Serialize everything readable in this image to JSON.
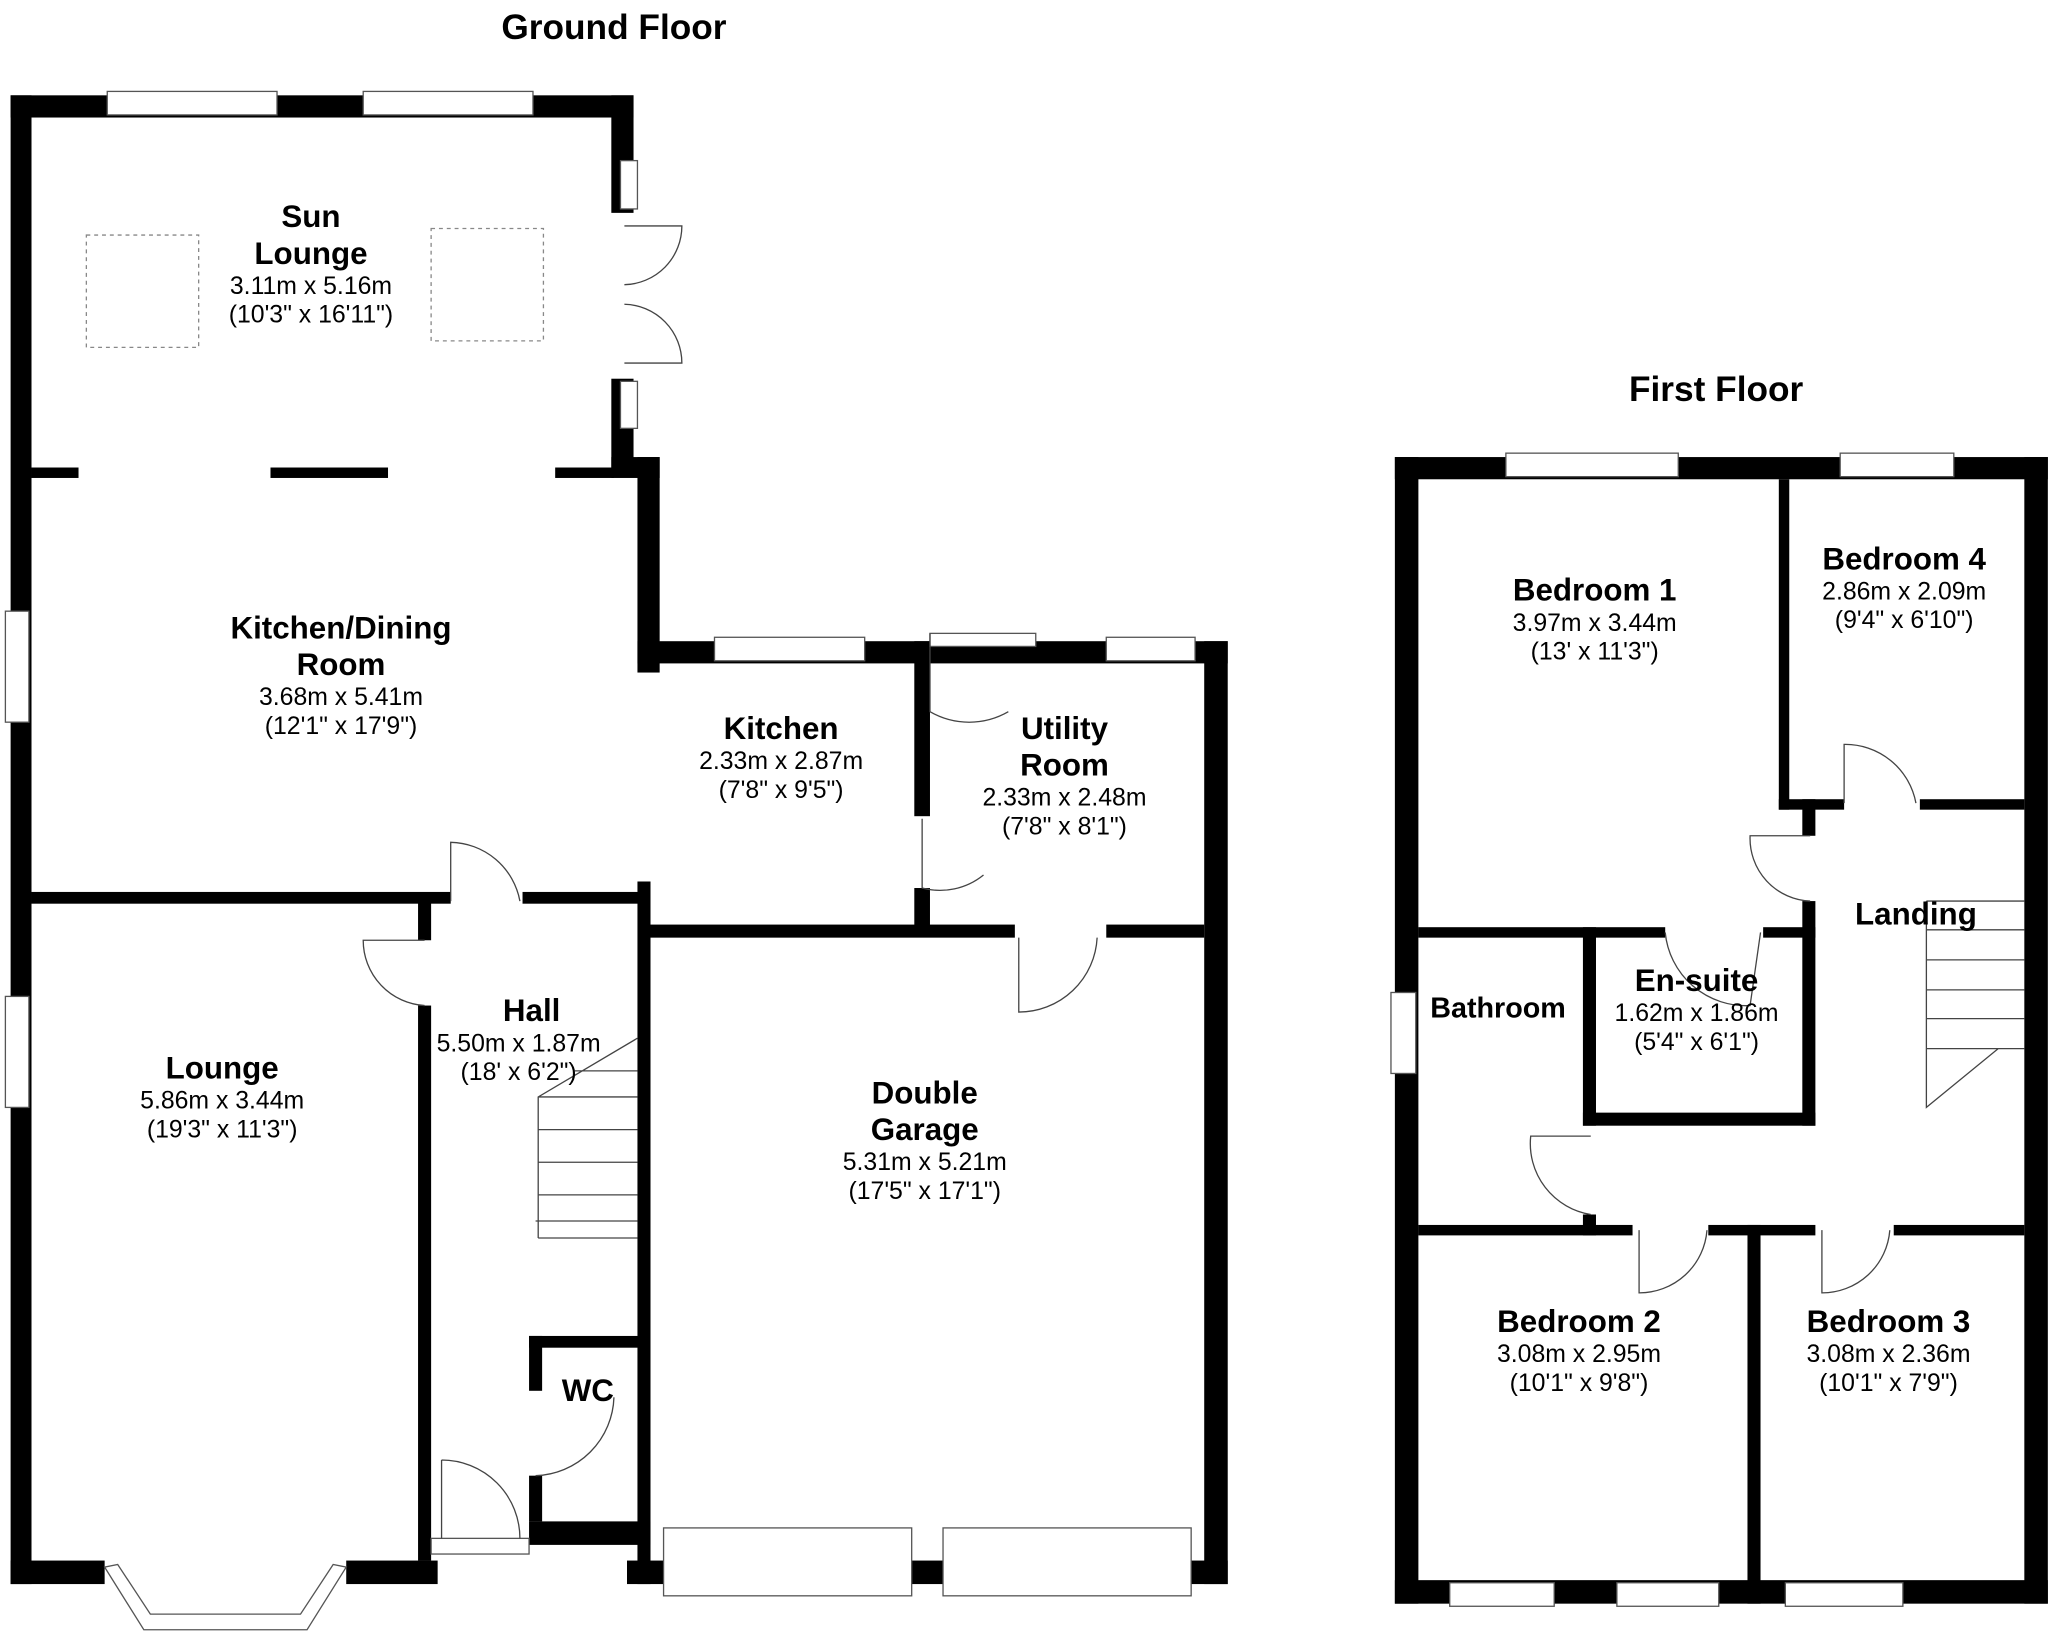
{
  "floors": [
    {
      "title": "Ground Floor",
      "rooms": [
        {
          "name_lines": [
            "Sun",
            "Lounge"
          ],
          "metric": "3.11m x 5.16m",
          "imperial": "(10'3\" x 16'11\")"
        },
        {
          "name_lines": [
            "Kitchen/Dining",
            "Room"
          ],
          "metric": "3.68m x 5.41m",
          "imperial": "(12'1\" x 17'9\")"
        },
        {
          "name_lines": [
            "Kitchen"
          ],
          "metric": "2.33m x 2.87m",
          "imperial": "(7'8\" x 9'5\")"
        },
        {
          "name_lines": [
            "Utility",
            "Room"
          ],
          "metric": "2.33m x 2.48m",
          "imperial": "(7'8\" x 8'1\")"
        },
        {
          "name_lines": [
            "Lounge"
          ],
          "metric": "5.86m x 3.44m",
          "imperial": "(19'3\" x 11'3\")"
        },
        {
          "name_lines": [
            "Hall"
          ],
          "metric": "5.50m x 1.87m",
          "imperial": "(18' x 6'2\")"
        },
        {
          "name_lines": [
            "Double",
            "Garage"
          ],
          "metric": "5.31m x 5.21m",
          "imperial": "(17'5\" x 17'1\")"
        },
        {
          "name_lines": [
            "WC"
          ]
        }
      ]
    },
    {
      "title": "First Floor",
      "rooms": [
        {
          "name_lines": [
            "Bedroom 1"
          ],
          "metric": "3.97m x 3.44m",
          "imperial": "(13' x 11'3\")"
        },
        {
          "name_lines": [
            "Bedroom 4"
          ],
          "metric": "2.86m x 2.09m",
          "imperial": "(9'4\" x 6'10\")"
        },
        {
          "name_lines": [
            "Landing"
          ]
        },
        {
          "name_lines": [
            "Bathroom"
          ]
        },
        {
          "name_lines": [
            "En-suite"
          ],
          "metric": "1.62m x 1.86m",
          "imperial": "(5'4\" x 6'1\")"
        },
        {
          "name_lines": [
            "Bedroom 2"
          ],
          "metric": "3.08m x 2.95m",
          "imperial": "(10'1\" x 9'8\")"
        },
        {
          "name_lines": [
            "Bedroom 3"
          ],
          "metric": "3.08m x 2.36m",
          "imperial": "(10'1\" x 7'9\")"
        }
      ]
    }
  ]
}
